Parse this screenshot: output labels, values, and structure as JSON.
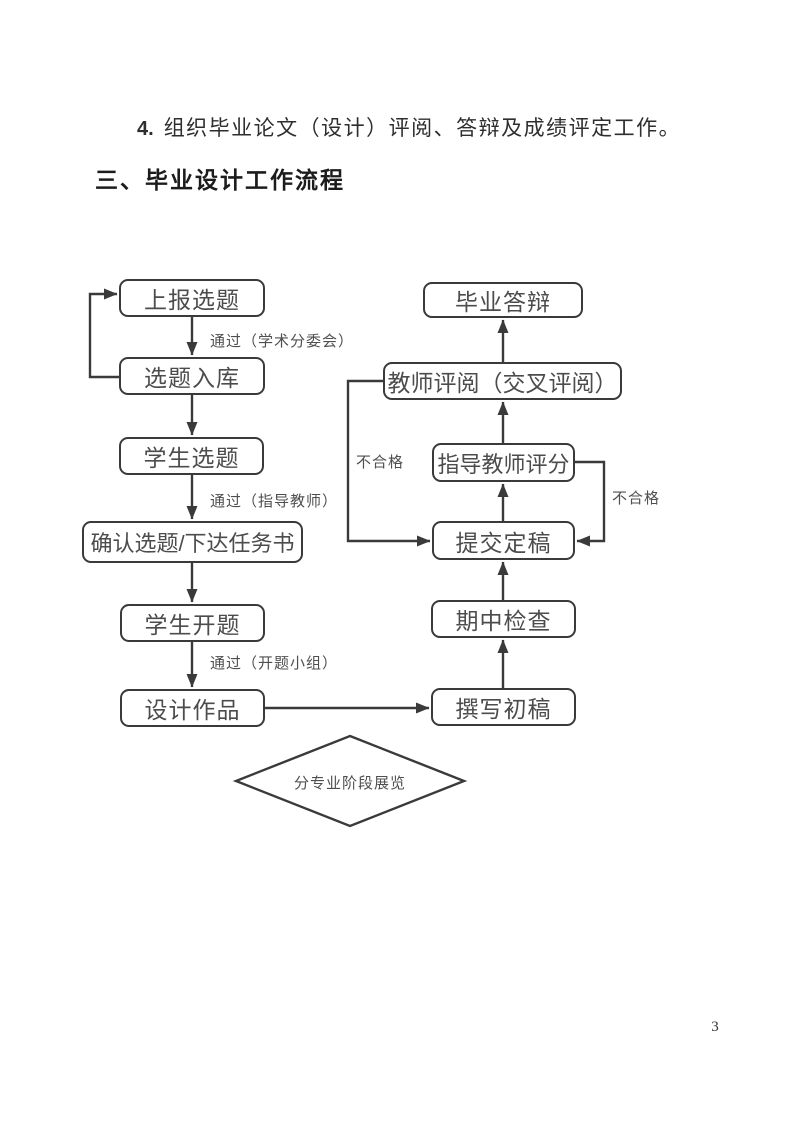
{
  "document": {
    "item_number": "4.",
    "item_text": "组织毕业论文（设计）评阅、答辩及成绩评定工作。",
    "section_heading": "三、毕业设计工作流程",
    "page_number": "3"
  },
  "flowchart": {
    "line_color": "#3a3a3a",
    "box_text_color": "#4c4c4c",
    "boxes": {
      "report_topic": "上报选题",
      "topic_to_bank": "选题入库",
      "student_select": "学生选题",
      "confirm_topic": "确认选题/下达任务书",
      "student_proposal": "学生开题",
      "design_work": "设计作品",
      "defense": "毕业答辩",
      "teacher_review": "教师评阅（交叉评阅）",
      "advisor_score": "指导教师评分",
      "submit_final": "提交定稿",
      "midterm_check": "期中检查",
      "draft_writing": "撰写初稿",
      "stage_exhibition": "分专业阶段展览"
    },
    "edge_labels": {
      "pass_committee": "通过（学术分委会）",
      "pass_advisor": "通过（指导教师）",
      "pass_group": "通过（开题小组）",
      "fail_left": "不合格",
      "fail_right": "不合格"
    }
  }
}
